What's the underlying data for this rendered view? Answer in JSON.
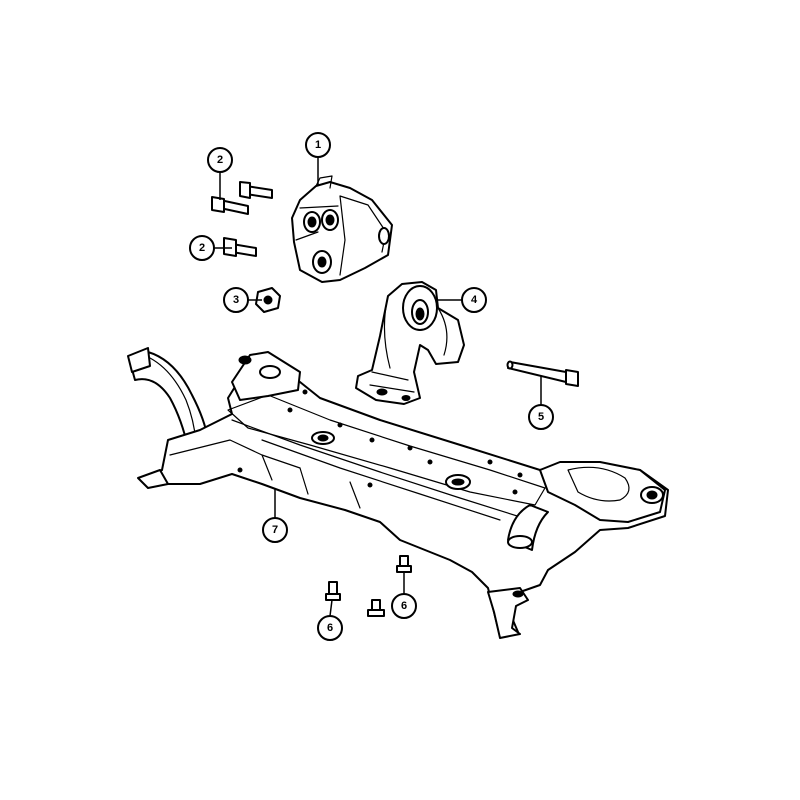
{
  "callouts": [
    {
      "id": "c1",
      "label": "1",
      "part": "engine-mount-bracket"
    },
    {
      "id": "c2a",
      "label": "2",
      "part": "bolt"
    },
    {
      "id": "c2b",
      "label": "2",
      "part": "bolt"
    },
    {
      "id": "c3",
      "label": "3",
      "part": "nut"
    },
    {
      "id": "c4",
      "label": "4",
      "part": "transmission-mount"
    },
    {
      "id": "c5",
      "label": "5",
      "part": "through-bolt"
    },
    {
      "id": "c6a",
      "label": "6",
      "part": "crossmember-bolt"
    },
    {
      "id": "c6b",
      "label": "6",
      "part": "crossmember-bolt"
    },
    {
      "id": "c7",
      "label": "7",
      "part": "front-crossmember"
    }
  ],
  "colors": {
    "line": "#000000",
    "background": "#ffffff"
  }
}
